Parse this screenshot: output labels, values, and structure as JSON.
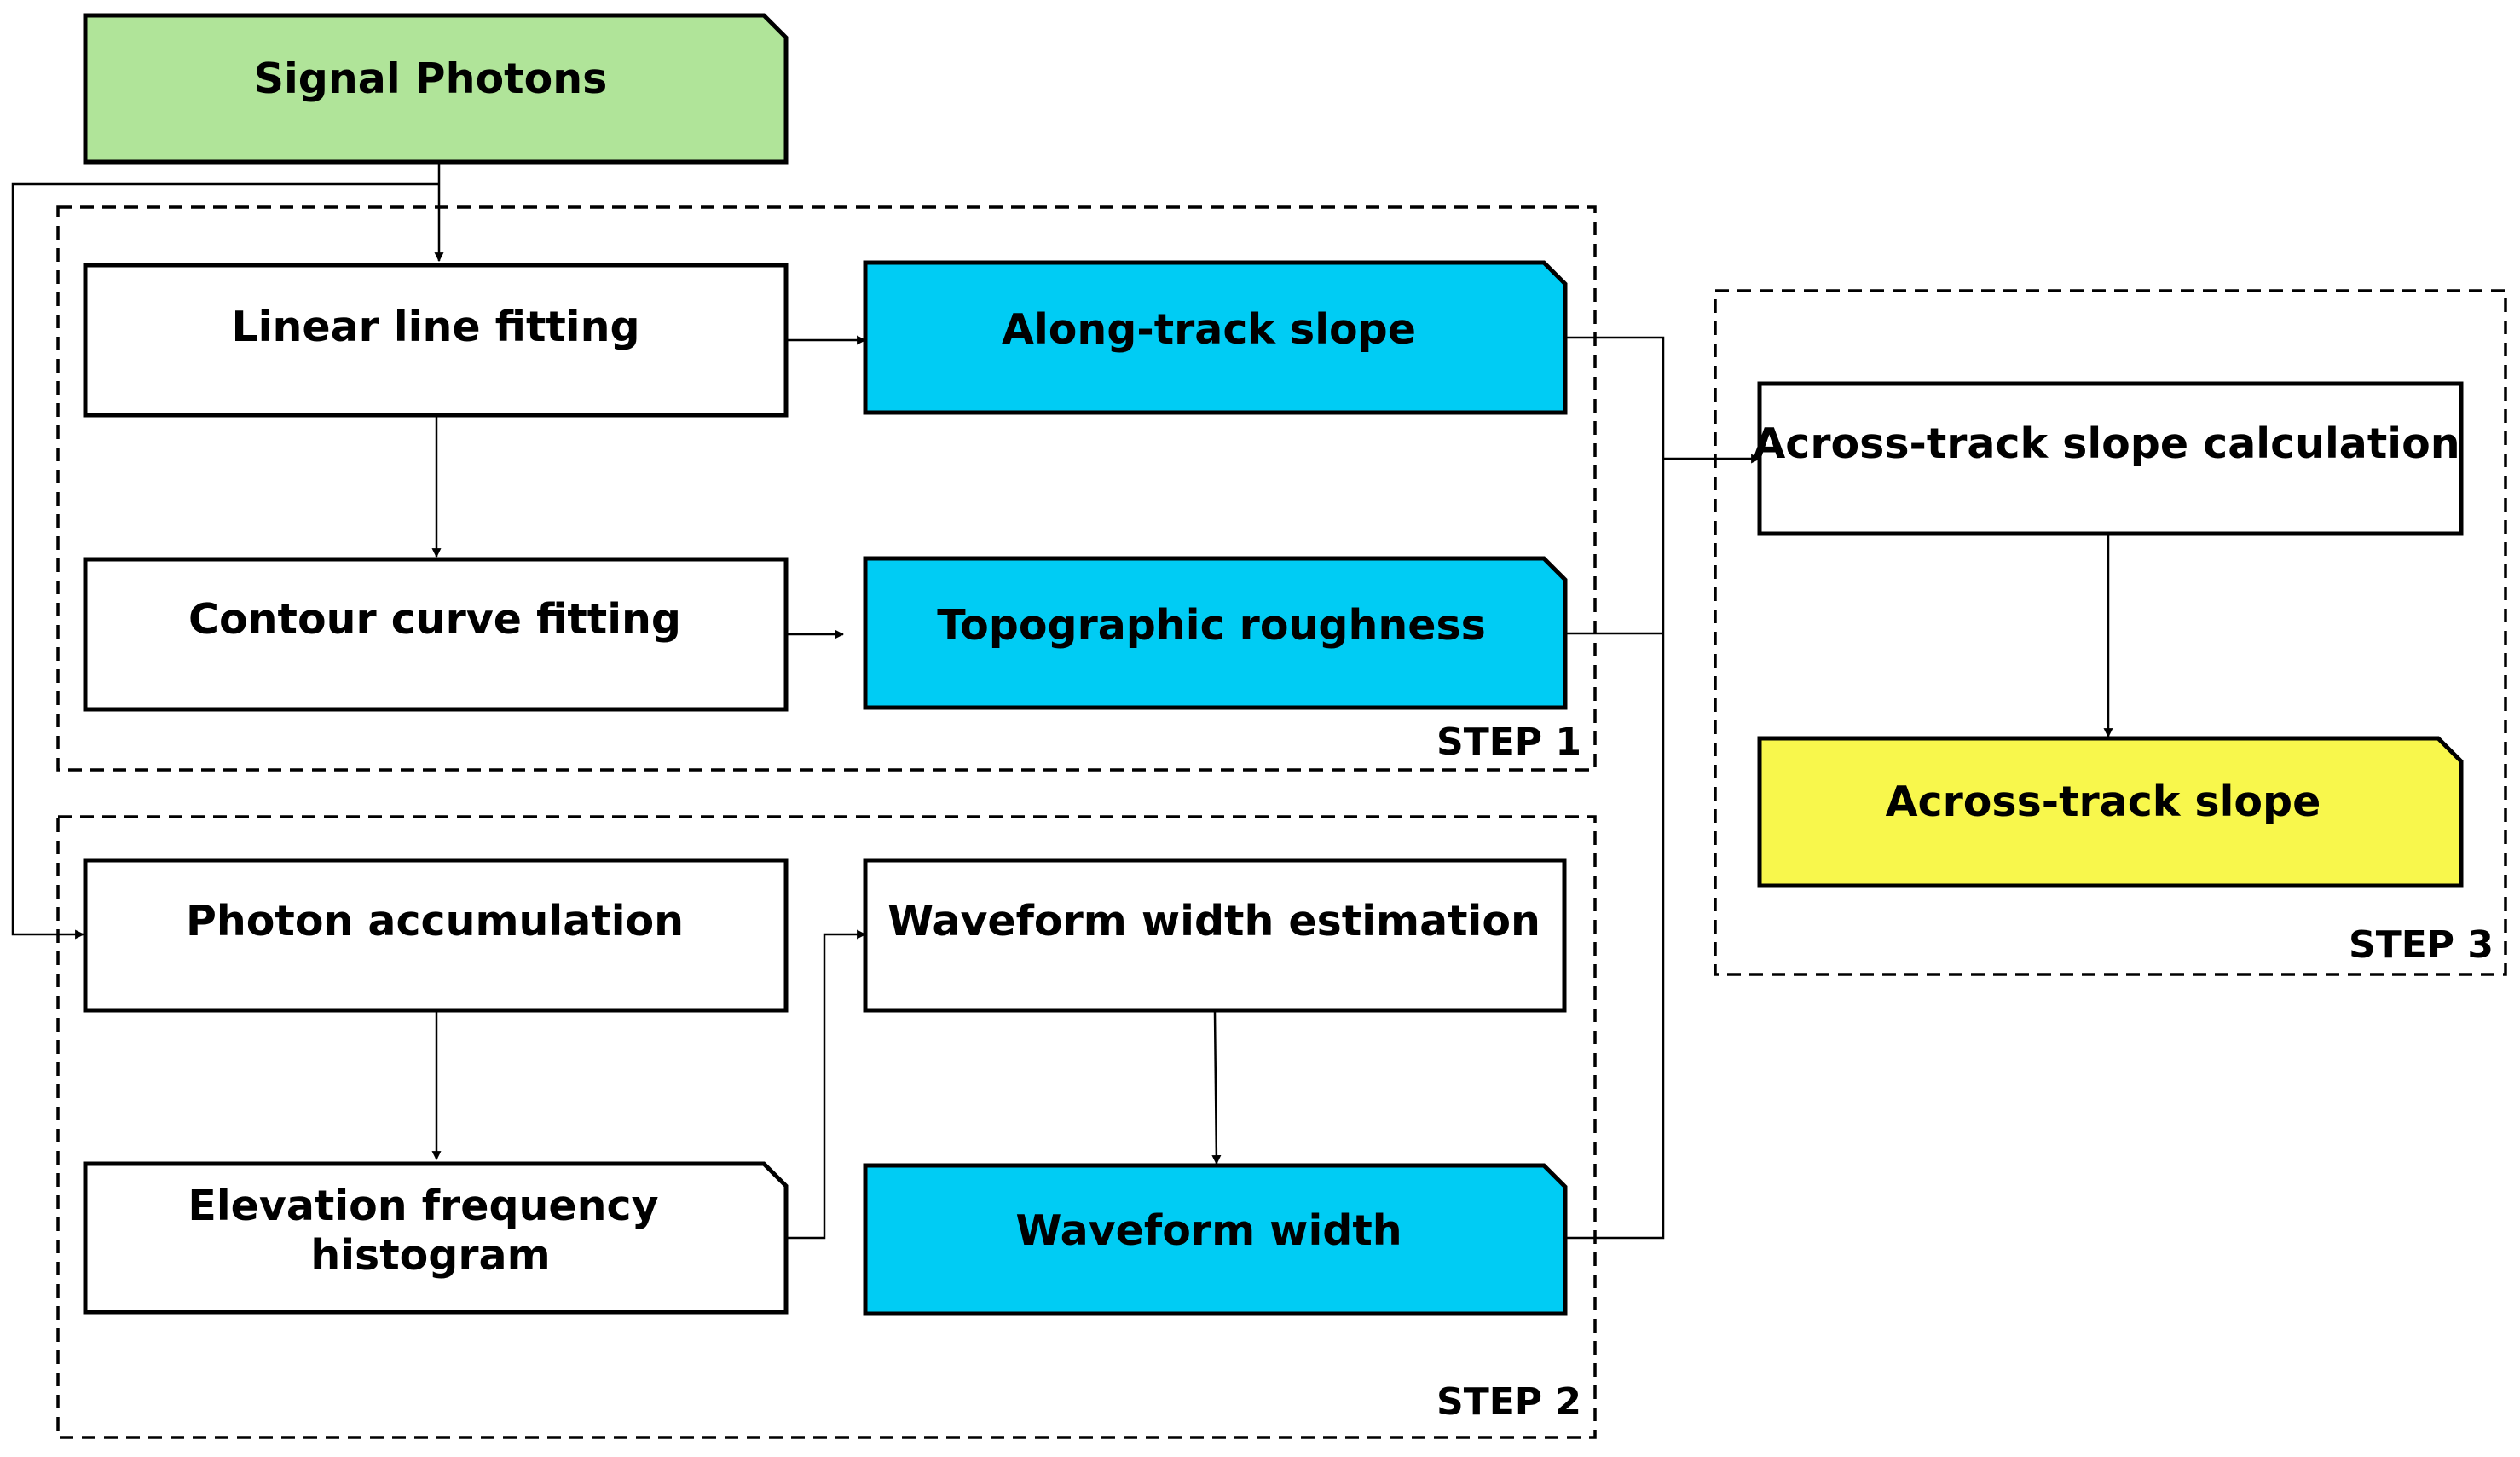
{
  "colors": {
    "input": "#b0e499",
    "intermediate": "#00ccf4",
    "output": "#f8f74c",
    "process": "#ffffff"
  },
  "nodes": {
    "signal_photons": "Signal Photons",
    "linear_line_fitting": "Linear line fitting",
    "along_track_slope": "Along-track slope",
    "contour_curve_fitting": "Contour curve fitting",
    "topographic_roughness": "Topographic roughness",
    "photon_accumulation": "Photon accumulation",
    "waveform_width_estimation": "Waveform width estimation",
    "elevation_frequency_histogram": [
      "Elevation frequency",
      "histogram"
    ],
    "waveform_width": "Waveform width",
    "across_track_slope_calculation": "Across-track slope calculation",
    "across_track_slope": "Across-track slope"
  },
  "steps": {
    "step1": "STEP 1",
    "step2": "STEP 2",
    "step3": "STEP 3"
  }
}
